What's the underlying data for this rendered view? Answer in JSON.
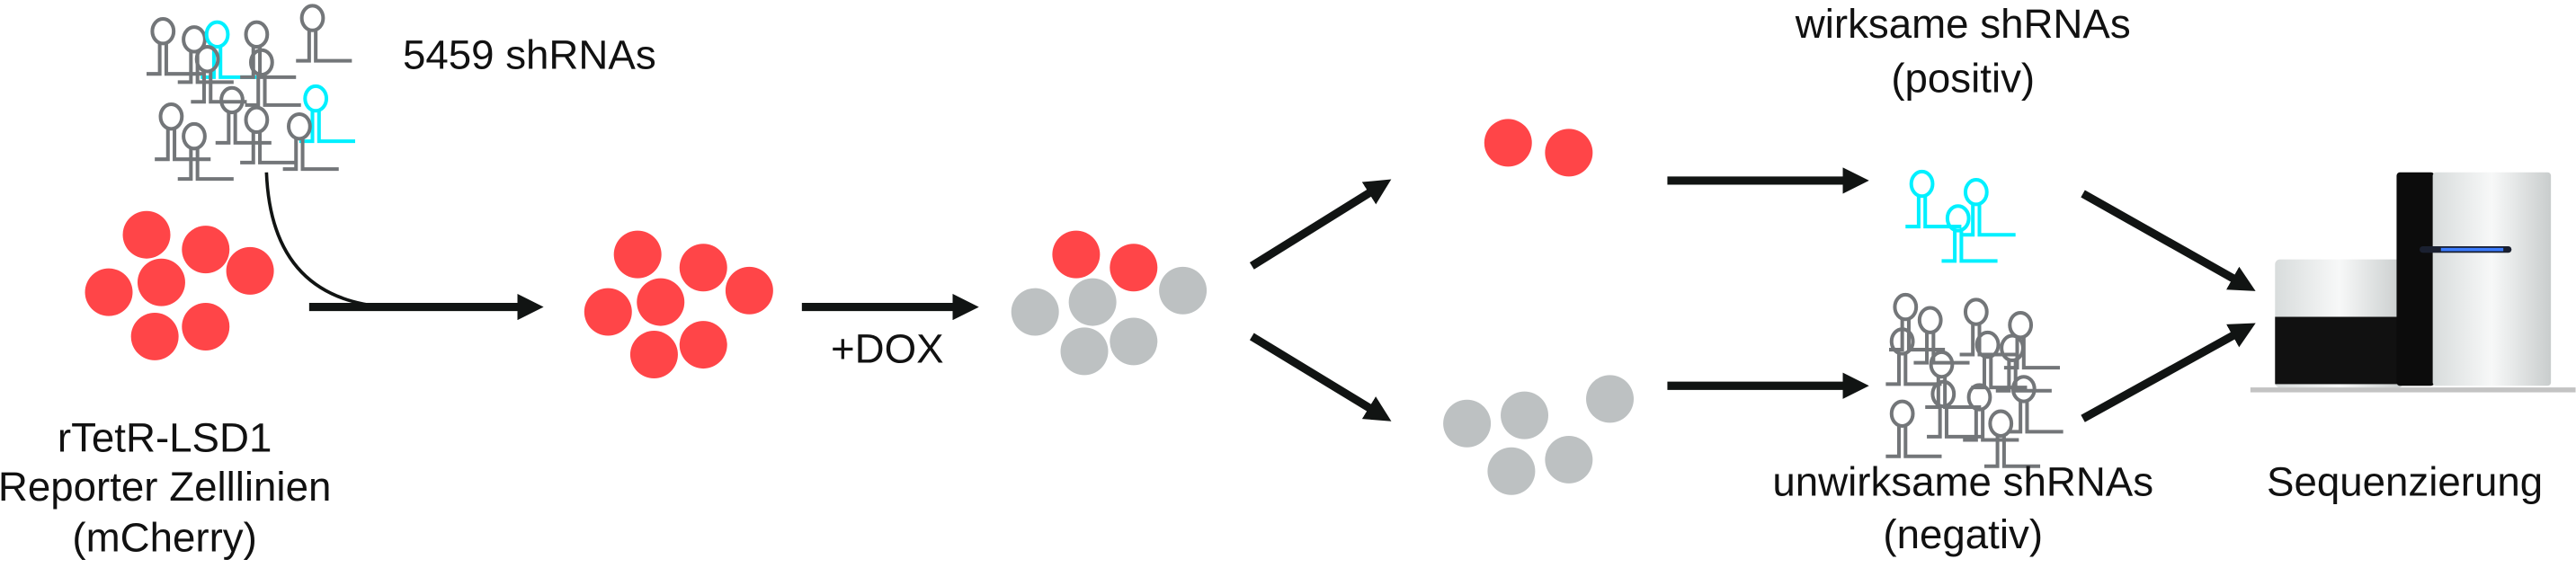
{
  "labels": {
    "library": "5459 shRNAs",
    "reporter_line1": "rTetR-LSD1",
    "reporter_line2": "Reporter Zelllinien",
    "reporter_line3": "(mCherry)",
    "dox": "+DOX",
    "effective_line1": "wirksame shRNAs",
    "effective_line2": "(positiv)",
    "ineffective_line1": "unwirksame shRNAs",
    "ineffective_line2": "(negativ)",
    "sequencing": "Sequenzierung"
  },
  "colors": {
    "cell_red": "#ff4548",
    "cell_gray": "#bdc1c2",
    "shrna_gray": "#737679",
    "shrna_cyan": "#00f0ff",
    "arrow": "#111413"
  }
}
